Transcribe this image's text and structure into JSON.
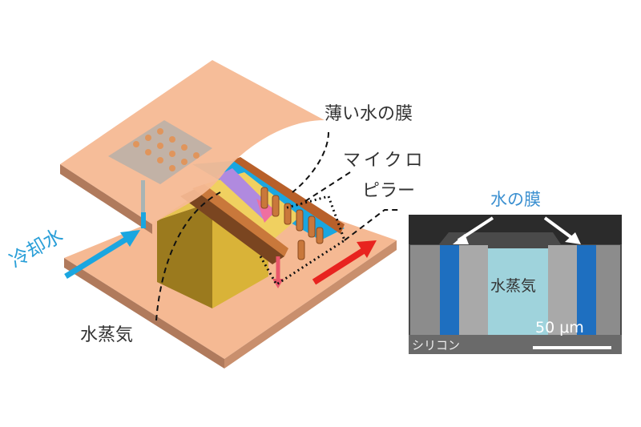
{
  "labels": {
    "thin_water_film": "薄い水の膜",
    "micro": "マイクロ",
    "pillar": "ピラー",
    "cooling_water": "冷却水",
    "water_vapor": "水蒸気"
  },
  "sem": {
    "water_film": "水の膜",
    "water_vapor": "水蒸気",
    "silicon": "シリコン",
    "scale": "50 μm"
  },
  "colors": {
    "plate": "#f5b993",
    "plate_edge": "#b07a5c",
    "heater": "#d9b338",
    "water": "#1aa6e0",
    "pillar": "#c9783b",
    "hot_arrow": "#e8231f",
    "film_blue": "#1e6fc0",
    "vapor_cyan": "#9fd3dc"
  }
}
